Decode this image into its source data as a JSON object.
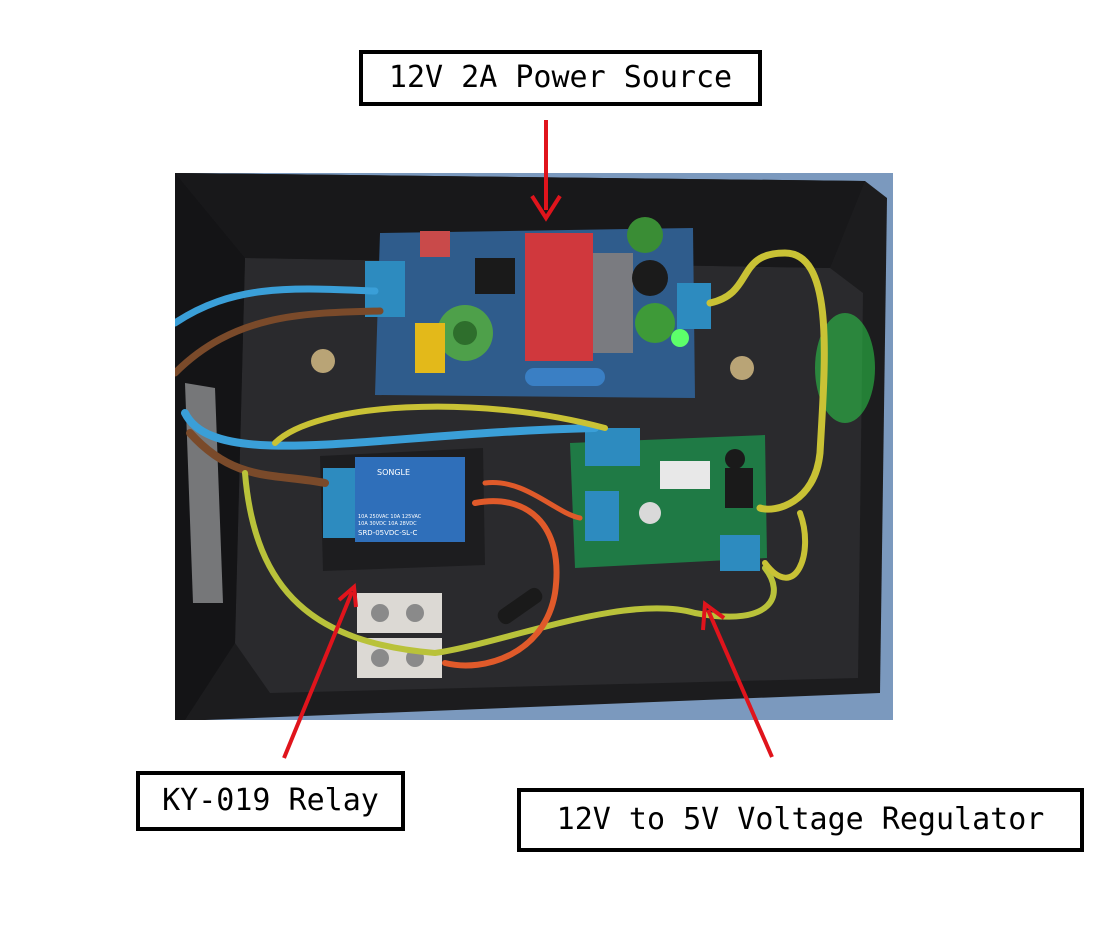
{
  "labels": {
    "power_source": "12V 2A Power Source",
    "relay": "KY-019 Relay",
    "regulator": "12V to 5V Voltage Regulator"
  },
  "relay_markings": {
    "brand": "SONGLE",
    "line1": "10A 250VAC 10A 125VAC",
    "line2": "10A 30VDC 10A 28VDC",
    "model": "SRD-05VDC-SL-C"
  },
  "colors": {
    "arrow": "#e0141c",
    "enclosure": "#1d1d1f",
    "pcb_blue": "#2f5c8c",
    "pcb_green": "#1f7a45",
    "wire_blue": "#3a9fd8",
    "wire_brown": "#7a4a2a",
    "wire_yellow_green": "#c9c235",
    "wire_orange": "#e05a2a"
  }
}
